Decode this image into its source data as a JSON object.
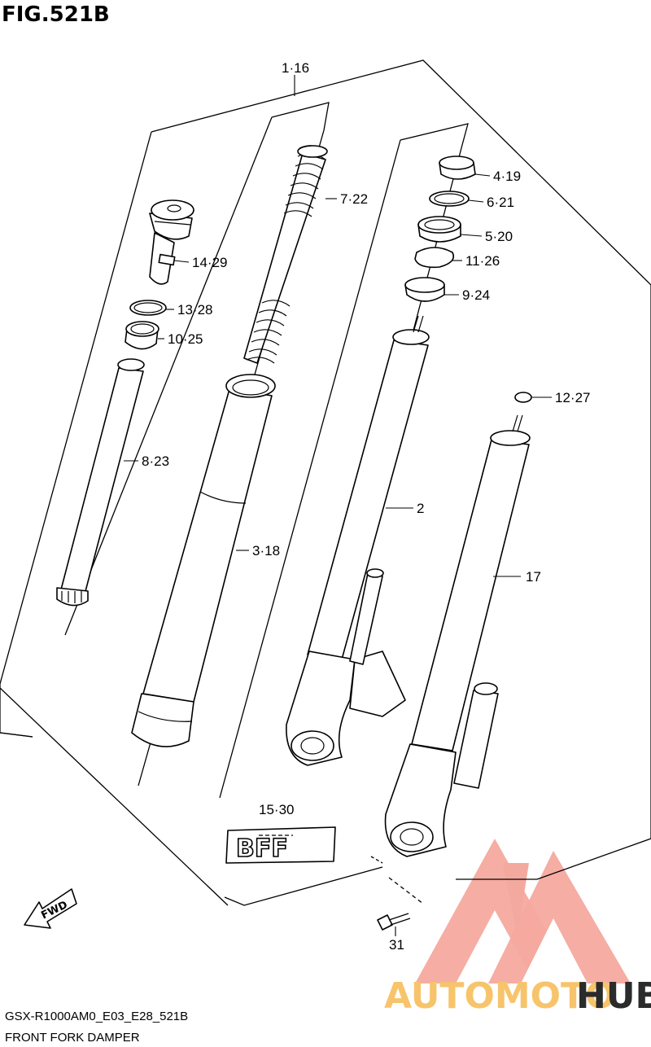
{
  "figure": {
    "title": "FIG.521B",
    "model_code": "GSX-R1000AM0_E03_E28_521B",
    "caption": "FRONT FORK DAMPER",
    "fwd_label": "FWD",
    "emblem_text": "BFF"
  },
  "callouts": [
    {
      "id": "c1",
      "label": "1·16"
    },
    {
      "id": "c4",
      "label": "4·19"
    },
    {
      "id": "c7",
      "label": "7·22"
    },
    {
      "id": "c6",
      "label": "6·21"
    },
    {
      "id": "c5",
      "label": "5·20"
    },
    {
      "id": "c14",
      "label": "14·29"
    },
    {
      "id": "c11",
      "label": "11·26"
    },
    {
      "id": "c9",
      "label": "9·24"
    },
    {
      "id": "c13",
      "label": "13·28"
    },
    {
      "id": "c10",
      "label": "10·25"
    },
    {
      "id": "c12",
      "label": "12·27"
    },
    {
      "id": "c8",
      "label": "8·23"
    },
    {
      "id": "c2",
      "label": "2"
    },
    {
      "id": "c3",
      "label": "3·18"
    },
    {
      "id": "c17",
      "label": "17"
    },
    {
      "id": "c15",
      "label": "15·30"
    },
    {
      "id": "c31",
      "label": "31"
    }
  ],
  "watermark": {
    "brand_part1": "AUTOMOTO",
    "brand_part2": "HUB",
    "color_primary": "#f4a99f",
    "color_secondary": "#f7c46b",
    "color_dark": "#2b2b2b"
  }
}
